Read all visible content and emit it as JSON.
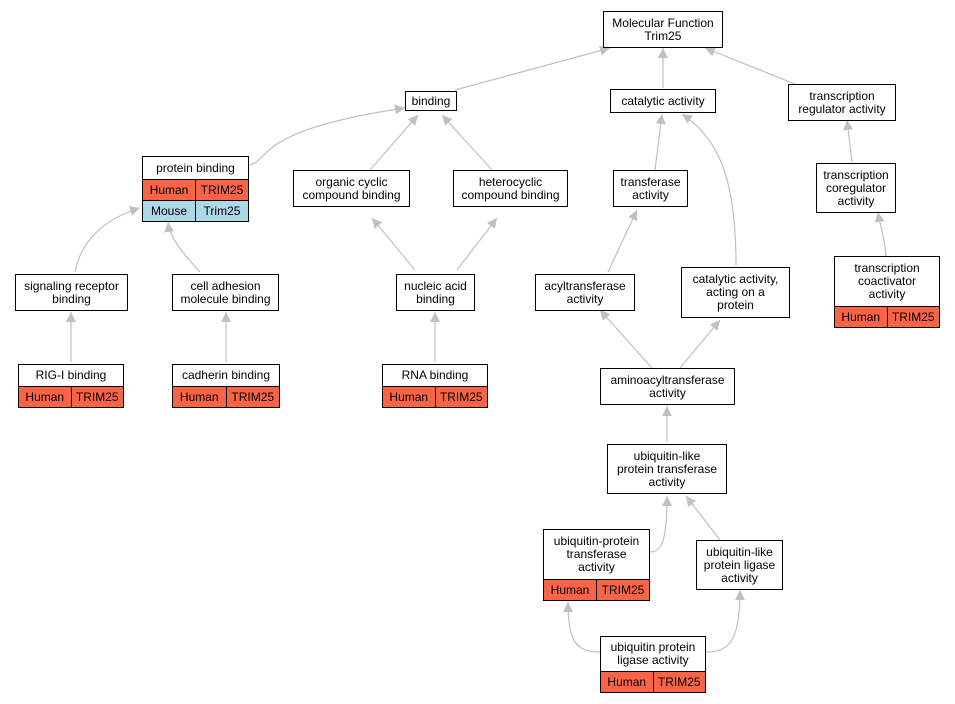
{
  "colors": {
    "human": "#fa6446",
    "mouse": "#add8e6",
    "edge": "#c0c0c0"
  },
  "nodes": {
    "root": "Molecular Function\nTrim25",
    "binding": "binding",
    "catalytic": "catalytic activity",
    "tra": "transcription\nregulator activity",
    "protein_binding": "protein binding",
    "organic": "organic cyclic\ncompound binding",
    "hetero": "heterocyclic\ncompound binding",
    "transferase": "transferase\nactivity",
    "tcoreg": "transcription\ncoregulator\nactivity",
    "signaling": "signaling receptor\nbinding",
    "celladh": "cell adhesion\nmolecule binding",
    "nucleic": "nucleic acid\nbinding",
    "acyl": "acyltransferase\nactivity",
    "catprot": "catalytic activity,\nacting on a\nprotein",
    "tcoact": "transcription\ncoactivator\nactivity",
    "rigi": "RIG-I binding",
    "cadherin": "cadherin binding",
    "rna": "RNA binding",
    "aminoacyl": "aminoacyltransferase\nactivity",
    "ubl_trans": "ubiquitin-like\nprotein transferase\nactivity",
    "ub_trans": "ubiquitin-protein\ntransferase\nactivity",
    "ubl_ligase": "ubiquitin-like\nprotein ligase\nactivity",
    "ub_ligase": "ubiquitin protein\nligase activity"
  },
  "annotations": {
    "human": {
      "species": "Human",
      "gene": "TRIM25"
    },
    "mouse": {
      "species": "Mouse",
      "gene": "Trim25"
    }
  }
}
